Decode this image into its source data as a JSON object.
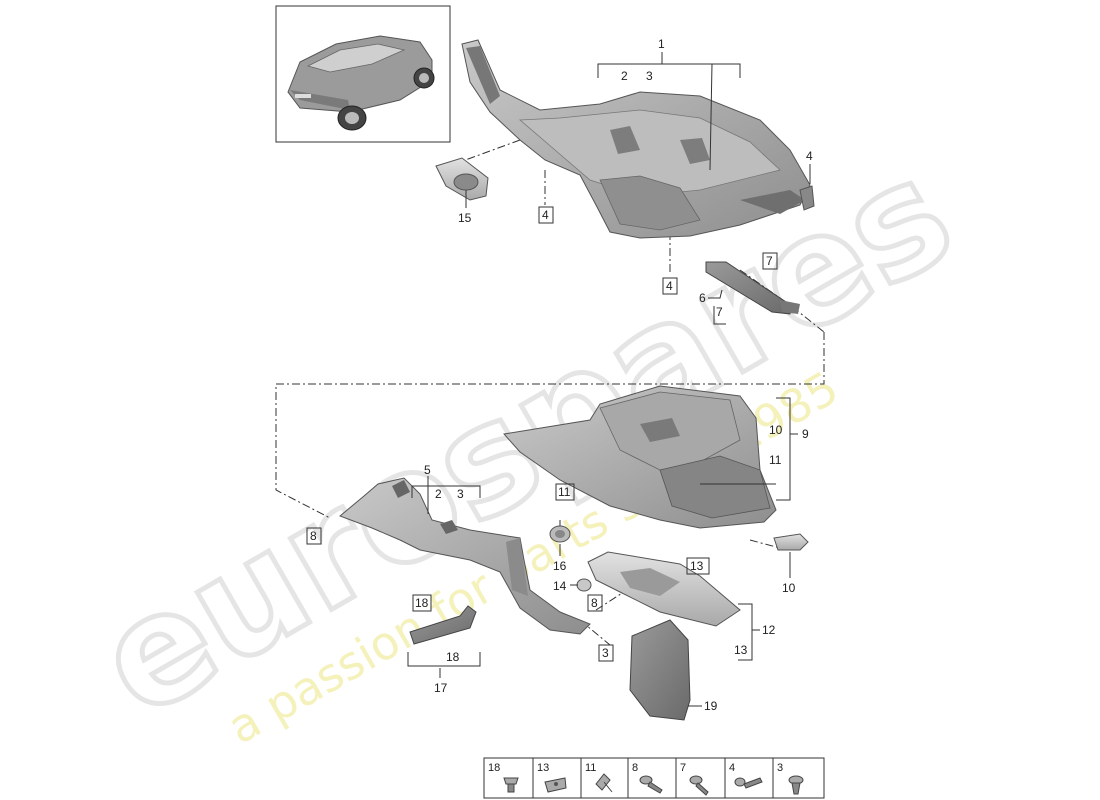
{
  "watermark": {
    "brand": "eurospares",
    "tagline": "a passion for parts since 1985",
    "brand_color": "#e9e9e9",
    "tagline_color": "#f2efb0"
  },
  "callouts": {
    "c1": "1",
    "c2a": "2",
    "c3a": "3",
    "c4a": "4",
    "c4b": "4",
    "c4c": "4",
    "c5": "5",
    "c2b": "2",
    "c3b": "3",
    "c6": "6",
    "c7a": "7",
    "c7b": "7",
    "c8a": "8",
    "c8b": "8",
    "c9": "9",
    "c10a": "10",
    "c10b": "10",
    "c11a": "11",
    "c11b": "11",
    "c12": "12",
    "c13a": "13",
    "c13b": "13",
    "c14": "14",
    "c15": "15",
    "c16": "16",
    "c17": "17",
    "c18a": "18",
    "c18b": "18",
    "c19": "19",
    "c3c": "3"
  },
  "fastener_strip": [
    "18",
    "13",
    "11",
    "8",
    "7",
    "4",
    "3"
  ],
  "icons": {
    "vehicle": "vehicle-thumbnail-icon",
    "screw": "screw-icon",
    "clip": "clip-icon"
  }
}
